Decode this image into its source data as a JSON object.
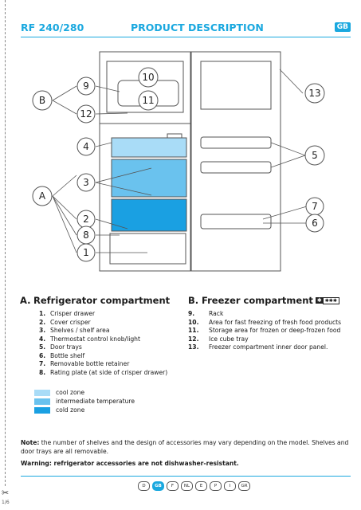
{
  "header": {
    "model": "RF 240/280",
    "title": "PRODUCT DESCRIPTION",
    "lang_badge": "GB"
  },
  "diagram": {
    "callouts": [
      "1",
      "2",
      "3",
      "4",
      "5",
      "6",
      "7",
      "8",
      "9",
      "10",
      "11",
      "12",
      "13"
    ],
    "group_labels": [
      "A",
      "B"
    ],
    "zone_colors": {
      "cool": "#a9dcf7",
      "intermediate": "#6ac2ee",
      "cold": "#1aa0e2"
    }
  },
  "refrigerator": {
    "letter": "A.",
    "title": "Refrigerator compartment",
    "items": [
      {
        "num": "1.",
        "text": "Crisper drawer"
      },
      {
        "num": "2.",
        "text": "Cover crisper"
      },
      {
        "num": "3.",
        "text": "Shelves / shelf area"
      },
      {
        "num": "4.",
        "text": "Thermostat control knob/light"
      },
      {
        "num": "5.",
        "text": "Door trays"
      },
      {
        "num": "6.",
        "text": "Bottle shelf"
      },
      {
        "num": "7.",
        "text": "Removable bottle retainer"
      },
      {
        "num": "8.",
        "text": "Rating plate (at side of crisper drawer)"
      }
    ]
  },
  "freezer": {
    "letter": "B.",
    "title": "Freezer compartment",
    "symbol_flake": "✱",
    "symbol_stars": "✱✱✱",
    "items": [
      {
        "num": "9.",
        "text": "Rack"
      },
      {
        "num": "10.",
        "text": "Area for fast freezing of fresh food products"
      },
      {
        "num": "11.",
        "text": "Storage area for frozen or deep-frozen food"
      },
      {
        "num": "12.",
        "text": "Ice cube tray"
      },
      {
        "num": "13.",
        "text": "Freezer compartment inner door panel."
      }
    ]
  },
  "legend": [
    {
      "label": "cool zone",
      "color": "#a9dcf7"
    },
    {
      "label": "intermediate temperature",
      "color": "#6ac2ee"
    },
    {
      "label": "cold zone",
      "color": "#1aa0e2"
    }
  ],
  "note": {
    "label": "Note:",
    "text": " the number of shelves and the design of accessories may vary depending on the model. Shelves and door trays are all removable."
  },
  "warning": "Warning: refrigerator accessories are not dishwasher-resistant.",
  "languages": [
    "D",
    "GB",
    "F",
    "NL",
    "E",
    "P",
    "I",
    "GR"
  ],
  "active_language": "GB",
  "footer": {
    "scissors": "✂",
    "page_code": "1/6"
  }
}
